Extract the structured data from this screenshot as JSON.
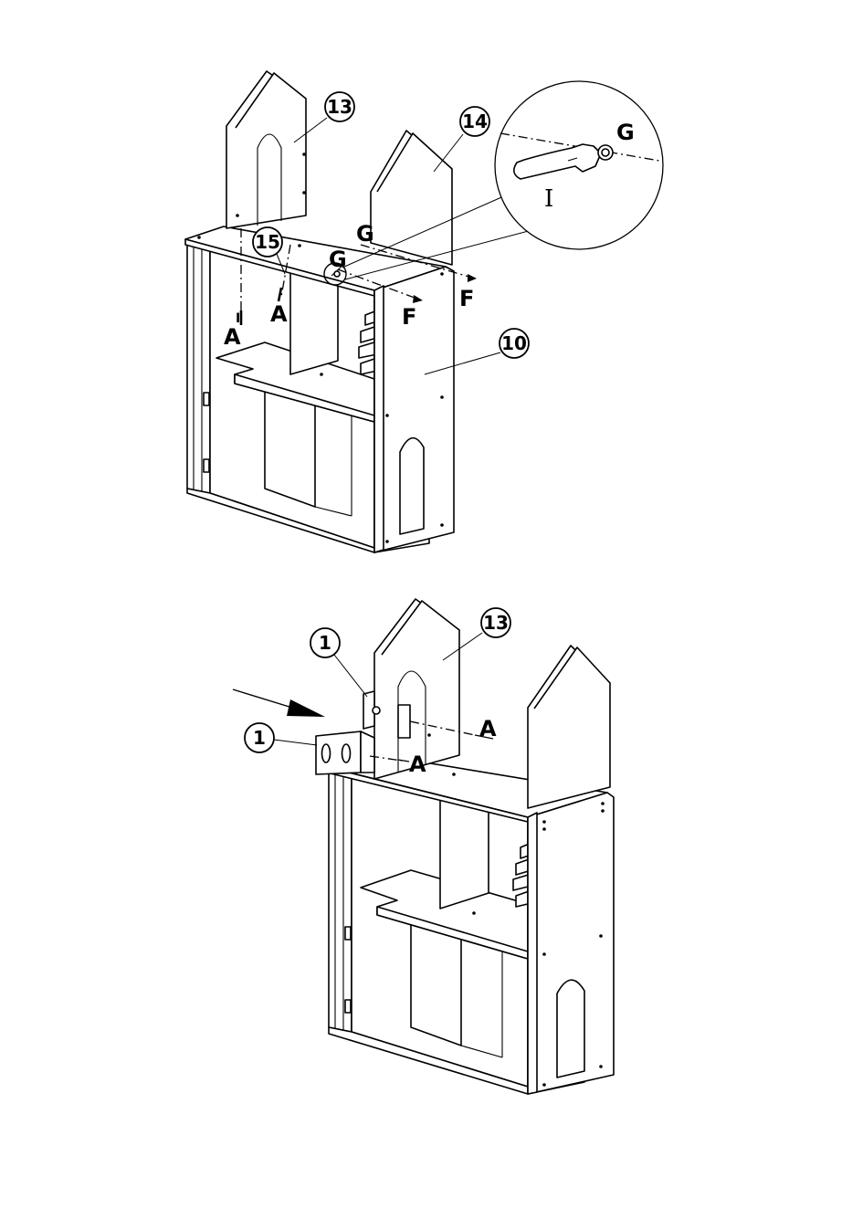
{
  "step1": {
    "callouts": {
      "part13": "13",
      "part14": "14",
      "part15": "15",
      "part10": "10"
    },
    "letters": {
      "g_top": "G",
      "g_mid": "G",
      "g_detail": "G",
      "f_left": "F",
      "f_right": "F",
      "a_left": "A",
      "a_mid": "A",
      "tool": "I",
      "i_marker": "I"
    }
  },
  "step2": {
    "callouts": {
      "part13": "13",
      "part1_top": "1",
      "part1_bottom": "1"
    },
    "letters": {
      "a_top": "A",
      "a_bottom": "A"
    }
  }
}
